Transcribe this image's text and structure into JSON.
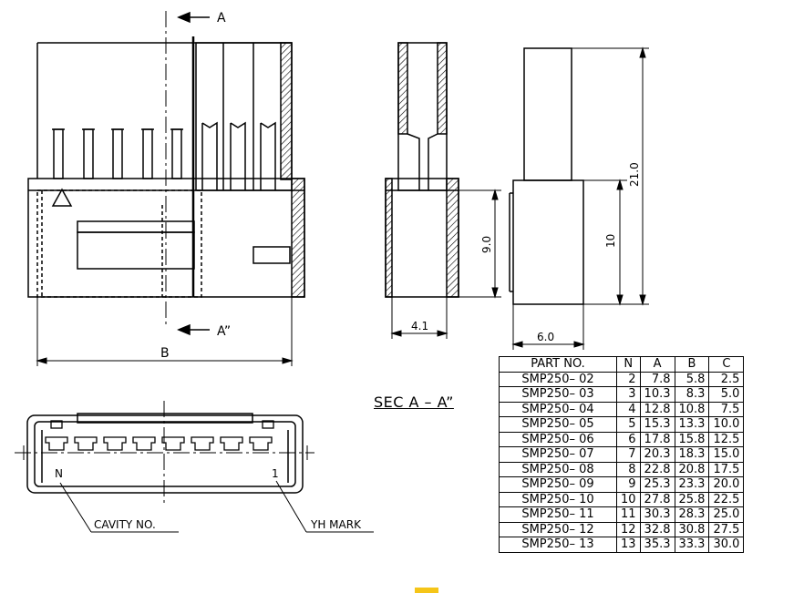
{
  "labels": {
    "section_top": "A",
    "section_bottom": "A”",
    "dim_b": "B",
    "dim_4_1": "4.1",
    "dim_9_0": "9.0",
    "dim_6_0": "6.0",
    "dim_10": "10",
    "dim_21_0": "21.0",
    "sec_title": "SEC A – A”",
    "cavity_no": "CAVITY NO.",
    "yh_mark": "YH MARK",
    "cavity_n": "N",
    "cavity_1": "1"
  },
  "table": {
    "headers": [
      "PART NO.",
      "N",
      "A",
      "B",
      "C"
    ],
    "rows": [
      [
        "SMP250– 02",
        "2",
        "7.8",
        "5.8",
        "2.5"
      ],
      [
        "SMP250– 03",
        "3",
        "10.3",
        "8.3",
        "5.0"
      ],
      [
        "SMP250– 04",
        "4",
        "12.8",
        "10.8",
        "7.5"
      ],
      [
        "SMP250– 05",
        "5",
        "15.3",
        "13.3",
        "10.0"
      ],
      [
        "SMP250– 06",
        "6",
        "17.8",
        "15.8",
        "12.5"
      ],
      [
        "SMP250– 07",
        "7",
        "20.3",
        "18.3",
        "15.0"
      ],
      [
        "SMP250– 08",
        "8",
        "22.8",
        "20.8",
        "17.5"
      ],
      [
        "SMP250– 09",
        "9",
        "25.3",
        "23.3",
        "20.0"
      ],
      [
        "SMP250– 10",
        "10",
        "27.8",
        "25.8",
        "22.5"
      ],
      [
        "SMP250– 11",
        "11",
        "30.3",
        "28.3",
        "25.0"
      ],
      [
        "SMP250– 12",
        "12",
        "32.8",
        "30.8",
        "27.5"
      ],
      [
        "SMP250– 13",
        "13",
        "35.3",
        "33.3",
        "30.0"
      ]
    ]
  }
}
